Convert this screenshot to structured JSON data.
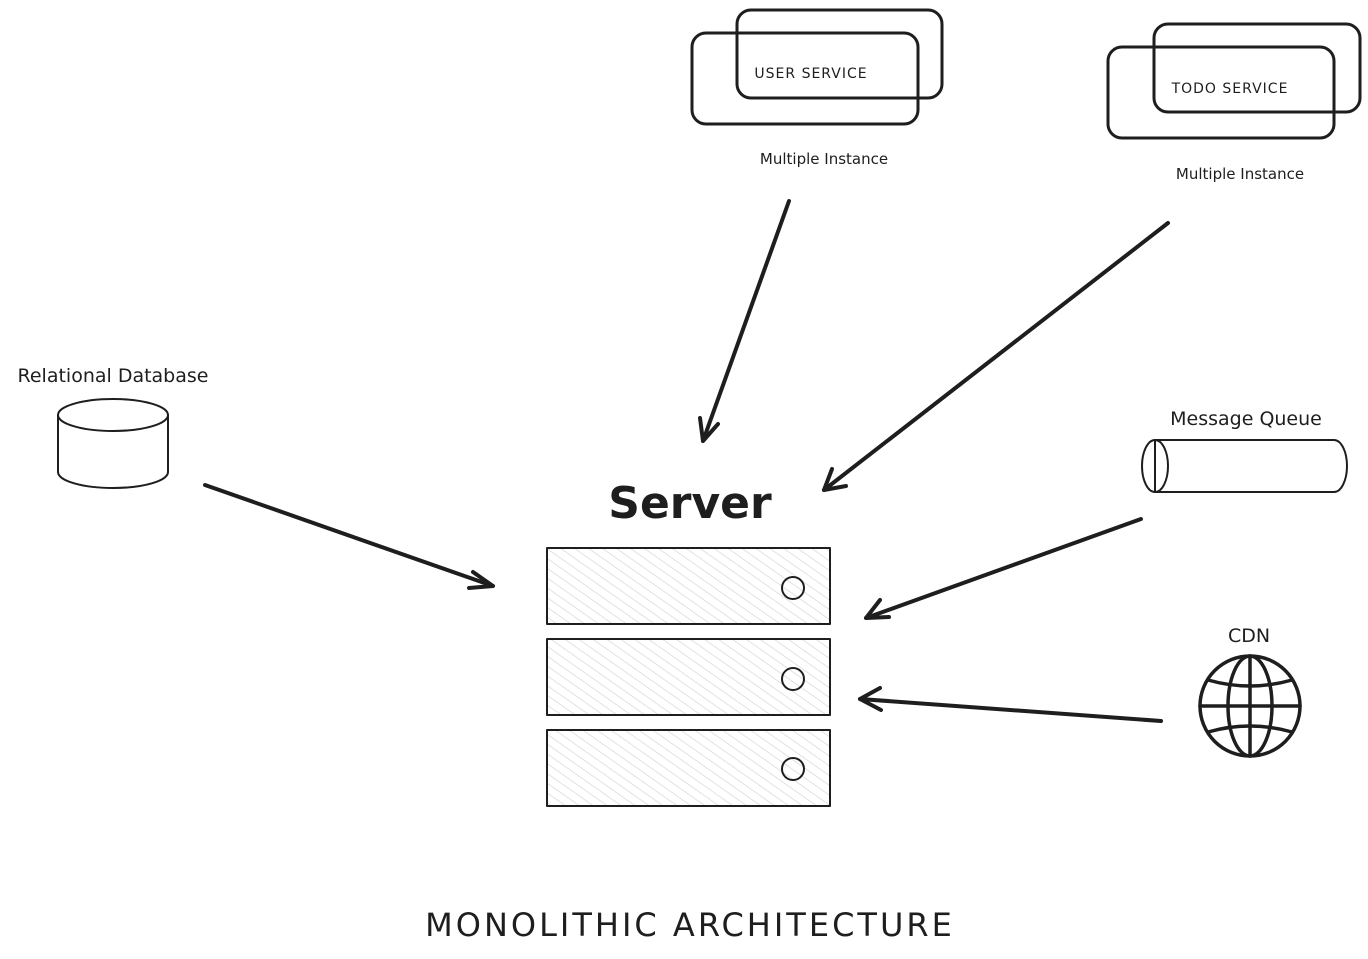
{
  "title": "MONOLITHIC ARCHITECTURE",
  "server": {
    "label": "Server",
    "unit_count": 3
  },
  "user_service": {
    "label": "USER SERVICE",
    "caption": "Multiple Instance"
  },
  "todo_service": {
    "label": "TODO SERVICE",
    "caption": "Multiple Instance"
  },
  "database": {
    "label": "Relational Database",
    "icon": "database-cylinder-icon"
  },
  "message_queue": {
    "label": "Message Queue",
    "icon": "queue-tube-icon"
  },
  "cdn": {
    "label": "CDN",
    "icon": "globe-icon"
  },
  "colors": {
    "stroke": "#1e1e1e",
    "fill_gray": "#ced4da",
    "fill_dark_gray": "#868e96",
    "hatch": "#c8c8c8",
    "background": "#ffffff"
  }
}
